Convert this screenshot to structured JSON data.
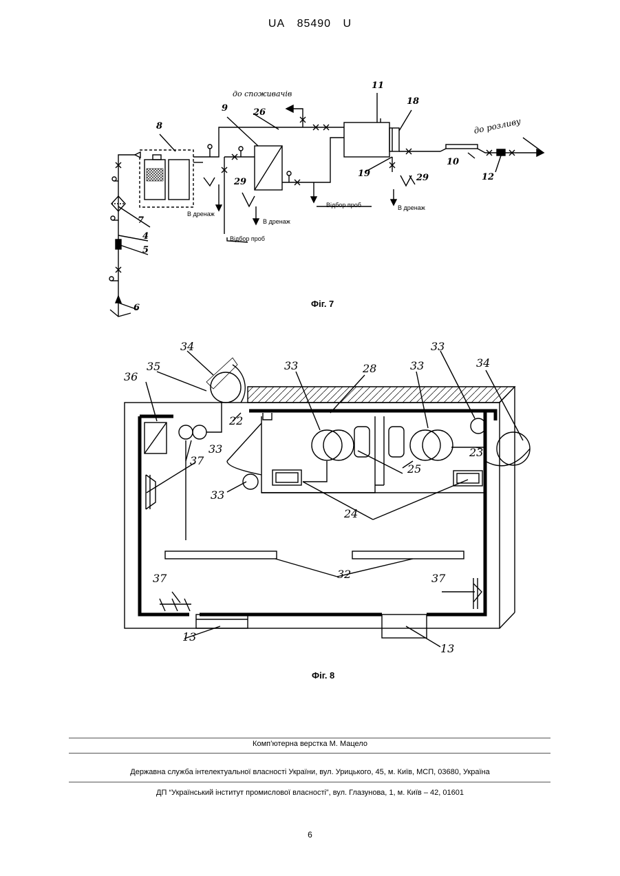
{
  "header": {
    "country": "UA",
    "number": "85490",
    "kind": "U"
  },
  "fig7": {
    "caption": "Фіг. 7",
    "labels": {
      "n8": "8",
      "n9": "9",
      "n11": "11",
      "n18": "18",
      "n26": "26",
      "n10": "10",
      "n12": "12",
      "n19": "19",
      "n29a": "29",
      "n29b": "29",
      "n7": "7",
      "n4": "4",
      "n5": "5",
      "n6": "6",
      "to_consumers": "до споживачів",
      "to_bottling": "до розливу",
      "drain1": "В дренаж",
      "drain2": "В дренаж",
      "drain3": "В дренаж",
      "sample1": "Відбор проб",
      "sample2": "Відбор проб"
    }
  },
  "fig8": {
    "caption": "Фіг. 8",
    "labels": {
      "n34a": "34",
      "n35": "35",
      "n36": "36",
      "n33a": "33",
      "n28": "28",
      "n33b": "33",
      "n33c": "33",
      "n34b": "34",
      "n22": "22",
      "n33d": "33",
      "n37a": "37",
      "n23": "23",
      "n25": "25",
      "n33e": "33",
      "n24": "24",
      "n32": "32",
      "n37b": "37",
      "n37c": "37",
      "n13a": "13",
      "n13b": "13"
    }
  },
  "footer": {
    "layout_by": "Комп’ютерна верстка М. Мацело",
    "agency": "Державна служба інтелектуальної власності України, вул. Урицького, 45, м. Київ, МСП, 03680, Україна",
    "institute": "ДП “Український інститут промислової власності”, вул. Глазунова, 1, м. Київ – 42, 01601"
  },
  "page_number": "6"
}
